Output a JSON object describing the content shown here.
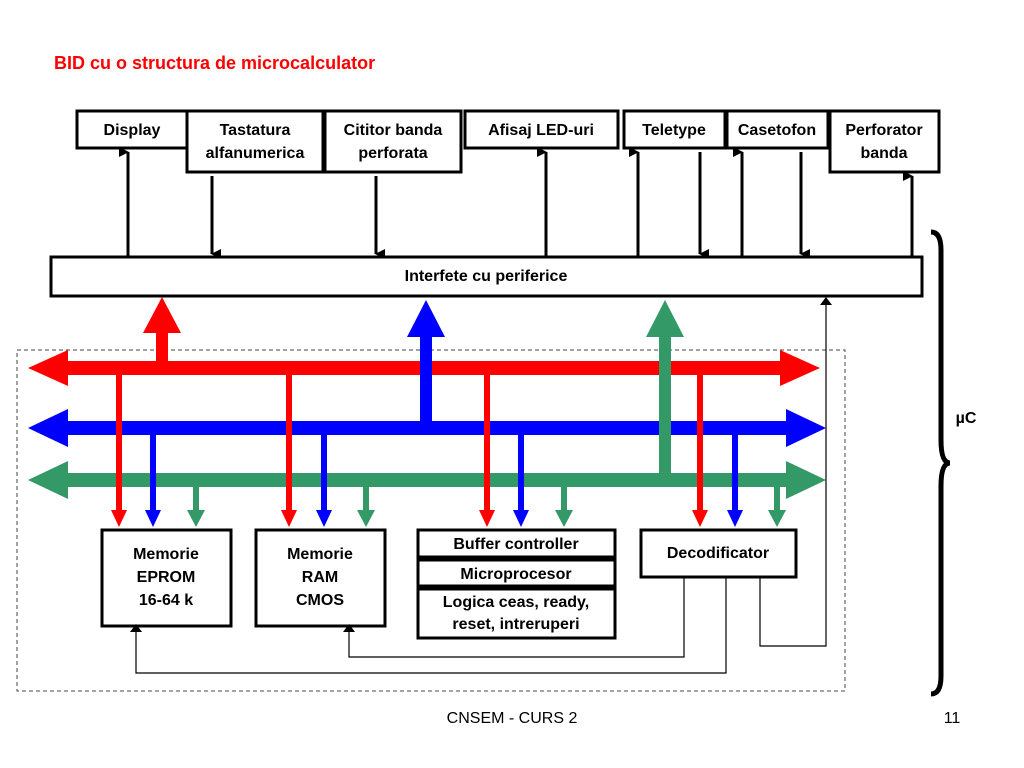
{
  "title": "BID cu o structura de microcalculator",
  "peripherals": [
    {
      "line1": "Display",
      "line2": ""
    },
    {
      "line1": "Tastatura",
      "line2": "alfanumerica"
    },
    {
      "line1": "Cititor banda",
      "line2": "perforata"
    },
    {
      "line1": "Afisaj LED-uri",
      "line2": ""
    },
    {
      "line1": "Teletype",
      "line2": ""
    },
    {
      "line1": "Casetofon",
      "line2": ""
    },
    {
      "line1": "Perforator",
      "line2": "banda"
    }
  ],
  "interface_label": "Interfete cu periferice",
  "modules": {
    "eprom": {
      "line1": "Memorie",
      "line2": "EPROM",
      "line3": "16-64 k"
    },
    "ram": {
      "line1": "Memorie",
      "line2": "RAM",
      "line3": "CMOS"
    },
    "buffer": "Buffer controller",
    "cpu": "Microprocesor",
    "logic": {
      "line1": "Logica ceas, ready,",
      "line2": "reset, intreruperi"
    },
    "decoder": "Decodificator"
  },
  "brace_label": "µC",
  "footer": {
    "course": "CNSEM - CURS 2",
    "page": "11"
  },
  "colors": {
    "red_bus": "#ff0000",
    "blue_bus": "#0000ff",
    "green_bus": "#339966"
  }
}
